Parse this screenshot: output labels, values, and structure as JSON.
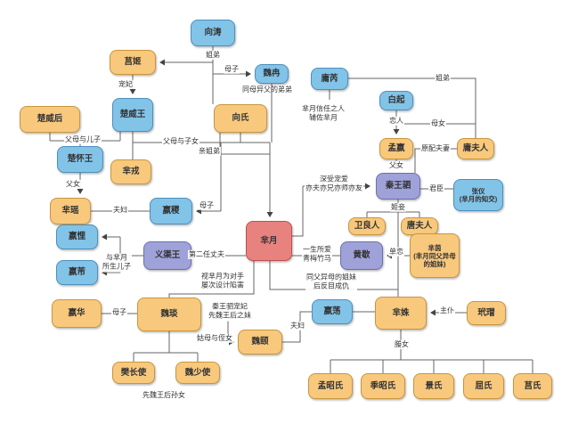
{
  "diagram_title": "人物关系图",
  "colors": {
    "orange_fill": "#F8C87D",
    "orange_border": "#C8963E",
    "blue_fill": "#82C3E8",
    "blue_border": "#4E8FBE",
    "purple_fill": "#9EA2D8",
    "purple_border": "#6C70AE",
    "red_fill": "#E8827F",
    "red_border": "#BC4F4F",
    "line": "#666666",
    "background": "#FFFFFF"
  },
  "nodes": {
    "xiangtao": "向涛",
    "juji": "莒姬",
    "weiran": "魏冉",
    "yongrui": "庸芮",
    "baiqi": "白起",
    "yongfuren": "庸夫人",
    "chuweihou": "楚威后",
    "chuweiwang": "楚威王",
    "xiangshi": "向氏",
    "mengying": "孟嬴",
    "chuhuaiwang": "楚怀王",
    "mirong": "芈戎",
    "qinwangsi": "秦王驷",
    "zhangyi": "张仪\n(芈月的知交)",
    "miyao": "芈瑶",
    "yingji": "嬴稷",
    "miyue": "芈月",
    "weiliangren": "卫良人",
    "tangfuren": "唐夫人",
    "yiquwang": "义渠王",
    "yingkui": "嬴悝",
    "yingfu": "嬴芾",
    "huangxie": "黄歇",
    "miyin": "芈茵\n(芈月同父异母\n的姐妹)",
    "yinghua": "嬴华",
    "weiyan": "魏琰",
    "weiyi": "魏颐",
    "yingdang": "嬴荡",
    "mishu": "芈姝",
    "daimao": "玳瑁",
    "fanzhangshi": "樊长使",
    "weishaoshi": "魏少使",
    "mengzhaoshi": "孟昭氏",
    "jizhaoshi": "季昭氏",
    "jingshi": "景氏",
    "qushi": "屈氏",
    "jushi": "莒氏"
  },
  "labels": {
    "jiedi1": "姐弟",
    "muzi_weiran": "母子",
    "cap_weiran": "同母异父的弟弟",
    "qinjiedi": "亲姐弟",
    "cap_yongrui": "芈月信任之人\n辅佐芈月",
    "jiedi2": "姐弟",
    "lianren": "恋人",
    "munv": "母女",
    "yuanpei": "原配夫妻",
    "funv_mengying": "父女",
    "junchen": "君臣",
    "cap_qinwangsi": "深受宠爱\n亦夫亦兄亦师亦友",
    "jiqie": "姬妾",
    "fumu_erzi": "父母与儿子",
    "chongfei": "宠妃",
    "fumu_zinv": "父母与子女",
    "funv_miyao": "父女",
    "fufu1": "夫妇",
    "muzi_yingji": "母子",
    "dierren": "第二任丈夫",
    "yu_miyue": "与芈月\n所生儿子",
    "yisheng": "一生所爱\n青梅竹马",
    "danlian": "单恋",
    "cap_weiyan_top": "视芈月为对手\n屡次设计陷害",
    "cap_jiemei": "同父异母的姐妹\n后反目成仇",
    "muzi_yinghua": "母子",
    "cap_weiyan_right": "秦王驷宠妃\n先魏王后之妹",
    "gumu": "姑母与侄女",
    "fufu2": "夫妇",
    "zhupu": "主仆",
    "yingnv": "媵女",
    "cap_sunnv": "先魏王后孙女"
  }
}
